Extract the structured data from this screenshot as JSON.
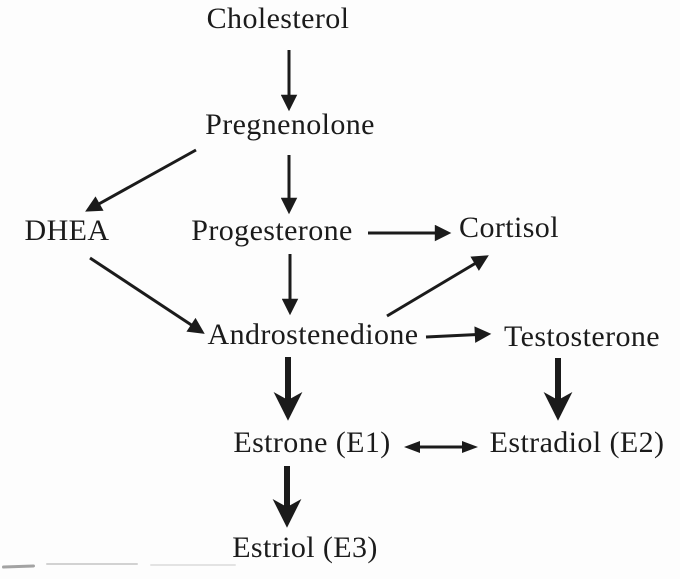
{
  "diagram": {
    "type": "flowchart",
    "colors": {
      "ink": "#1b1b1b",
      "background": "#fdfdfd"
    },
    "nodes": {
      "cholesterol": {
        "label": "Cholesterol"
      },
      "pregnenolone": {
        "label": "Pregnenolone"
      },
      "dhea": {
        "label": "DHEA"
      },
      "progesterone": {
        "label": "Progesterone"
      },
      "cortisol": {
        "label": "Cortisol"
      },
      "androstenedione": {
        "label": "Androstenedione"
      },
      "testosterone": {
        "label": "Testosterone"
      },
      "estrone": {
        "label": "Estrone (E1)"
      },
      "estradiol": {
        "label": "Estradiol (E2)"
      },
      "estriol": {
        "label": "Estriol (E3)"
      }
    },
    "edges": [
      {
        "from": "Cholesterol",
        "to": "Pregnenolone",
        "arrow": "single",
        "weight": "thin"
      },
      {
        "from": "Pregnenolone",
        "to": "DHEA",
        "arrow": "single",
        "weight": "thin"
      },
      {
        "from": "Pregnenolone",
        "to": "Progesterone",
        "arrow": "single",
        "weight": "thin"
      },
      {
        "from": "Progesterone",
        "to": "Cortisol",
        "arrow": "single",
        "weight": "thin"
      },
      {
        "from": "Progesterone",
        "to": "Androstenedione",
        "arrow": "single",
        "weight": "thin"
      },
      {
        "from": "DHEA",
        "to": "Androstenedione",
        "arrow": "single",
        "weight": "thin"
      },
      {
        "from": "Androstenedione",
        "to": "Cortisol",
        "arrow": "single",
        "weight": "thin"
      },
      {
        "from": "Androstenedione",
        "to": "Testosterone",
        "arrow": "single",
        "weight": "thin"
      },
      {
        "from": "Androstenedione",
        "to": "Estrone (E1)",
        "arrow": "single",
        "weight": "thick"
      },
      {
        "from": "Testosterone",
        "to": "Estradiol (E2)",
        "arrow": "single",
        "weight": "thick"
      },
      {
        "from": "Estrone (E1)",
        "to": "Estradiol (E2)",
        "arrow": "double",
        "weight": "thin"
      },
      {
        "from": "Estrone (E1)",
        "to": "Estriol (E3)",
        "arrow": "single",
        "weight": "thick"
      }
    ]
  }
}
